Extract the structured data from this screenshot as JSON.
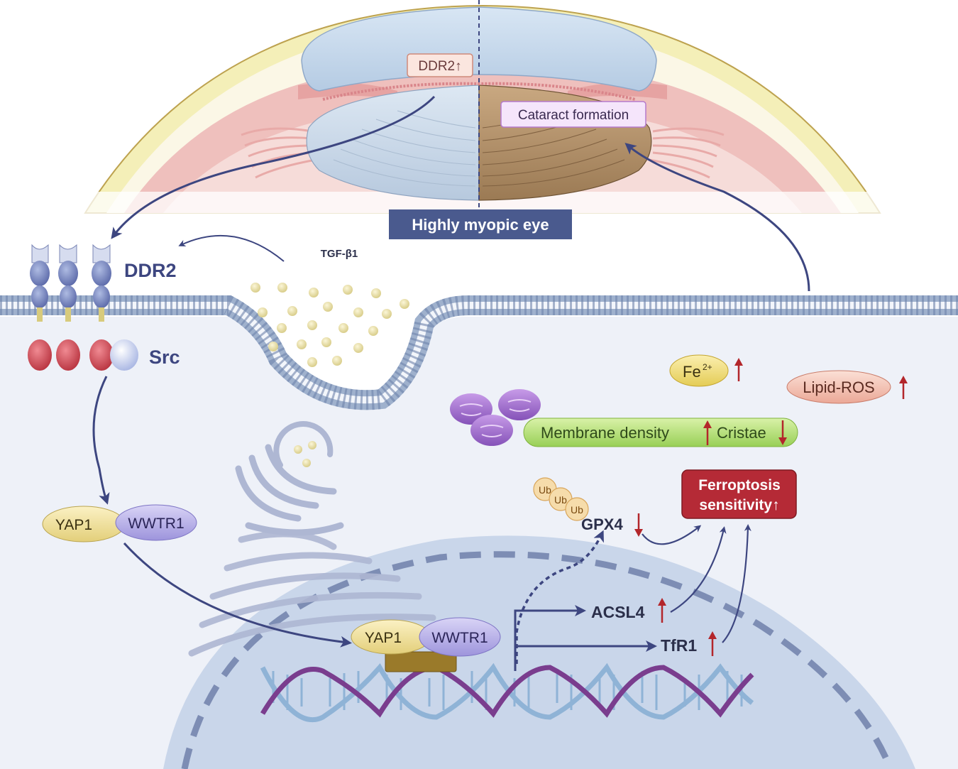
{
  "colors": {
    "arrow": "#3d4680",
    "up_arrow": "#b3262b",
    "cell_bg": "#eef1f8",
    "nucleus": "#c9d6ea",
    "ferroptosis_box": "#b52a36",
    "eye_label_bg": "#4a5a8e"
  },
  "eye": {
    "title": "Highly myopic eye",
    "ddr2_up": "DDR2↑",
    "cataract": "Cataract formation"
  },
  "membrane": {
    "ddr2": "DDR2",
    "src": "Src",
    "tgf": "TGF-β1"
  },
  "markers": {
    "fe_base": "Fe",
    "fe_sup": "2+",
    "lipid_ros": "Lipid-ROS",
    "membrane_density": "Membrane density",
    "cristae": "Cristae"
  },
  "pathway": {
    "yap1": "YAP1",
    "wwtr1": "WWTR1",
    "yap1_nuc": "YAP1",
    "wwtr1_nuc": "WWTR1",
    "ub": [
      "Ub",
      "Ub",
      "Ub"
    ],
    "gpx4": "GPX4",
    "acsl4": "ACSL4",
    "tfr1": "TfR1",
    "ferroptosis_line1": "Ferroptosis",
    "ferroptosis_line2": "sensitivity↑"
  },
  "icons": [
    "up-arrow-icon",
    "down-arrow-icon",
    "mitochondrion-icon",
    "dna-helix-icon",
    "vesicle-icon",
    "golgi-icon",
    "er-icon"
  ]
}
